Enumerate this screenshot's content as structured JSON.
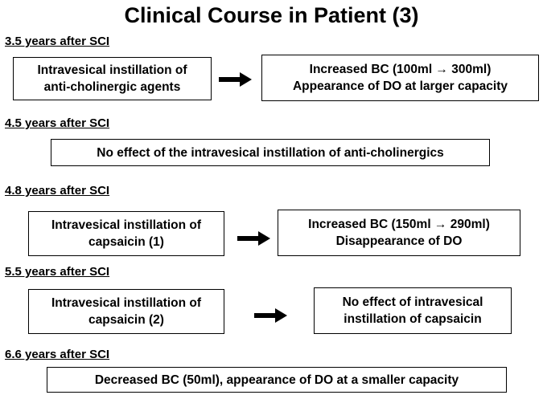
{
  "title": "Clinical Course in Patient (3)",
  "sections": [
    {
      "heading": "3.5 years after SCI",
      "left_box": [
        "Intravesical instillation of",
        "anti-cholinergic agents"
      ],
      "right_box": [
        "Increased BC (100ml → 300ml)",
        "Appearance of DO at larger capacity"
      ]
    },
    {
      "heading": "4.5 years after SCI",
      "box": [
        "No effect of the intravesical instillation of anti-cholinergics"
      ]
    },
    {
      "heading": "4.8 years after SCI",
      "left_box": [
        "Intravesical instillation of",
        "capsaicin (1)"
      ],
      "right_box": [
        "Increased BC (150ml → 290ml)",
        "Disappearance of DO"
      ]
    },
    {
      "heading": "5.5 years after SCI",
      "left_box": [
        "Intravesical instillation of",
        "capsaicin (2)"
      ],
      "right_box": [
        "No effect of intravesical",
        "instillation of capsaicin"
      ]
    },
    {
      "heading": "6.6 years after SCI",
      "box": [
        "Decreased BC (50ml), appearance of DO at a smaller capacity"
      ]
    }
  ],
  "arrow_icon": "right-arrow-icon"
}
